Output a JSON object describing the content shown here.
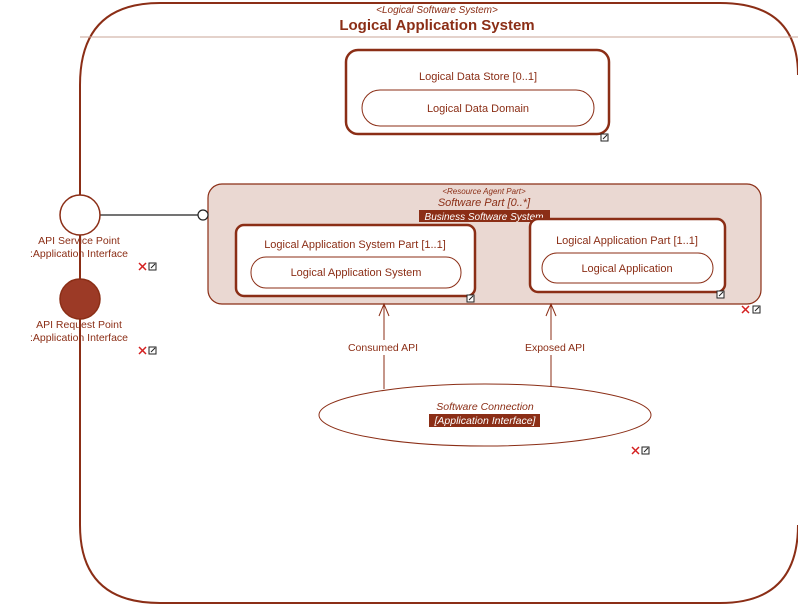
{
  "system": {
    "stereotype": "<Logical Software System>",
    "title": "Logical Application System"
  },
  "data_store": {
    "label": "Logical Data Store [0..1]",
    "inner_label": "Logical Data Domain"
  },
  "software_part": {
    "stereotype": "<Resource Agent Part>",
    "label": "Software Part [0..*]",
    "type_tag": "Business Software System"
  },
  "system_part": {
    "label": "Logical Application System Part [1..1]",
    "inner_label": "Logical Application System"
  },
  "app_part": {
    "label": "Logical Application Part [1..1]",
    "inner_label": "Logical Application"
  },
  "service_point": {
    "name": "API Service Point",
    "type": ":Application Interface"
  },
  "request_point": {
    "name": "API Request Point",
    "type": ":Application Interface"
  },
  "connection": {
    "name": "Software Connection",
    "type_tag": "[Application Interface]",
    "consumed_label": "Consumed API",
    "exposed_label": "Exposed API"
  },
  "colors": {
    "primary": "#8b2e16",
    "part_fill": "#ead8d2",
    "request_point_fill": "#9c3a26",
    "marker_red": "#d42020"
  }
}
